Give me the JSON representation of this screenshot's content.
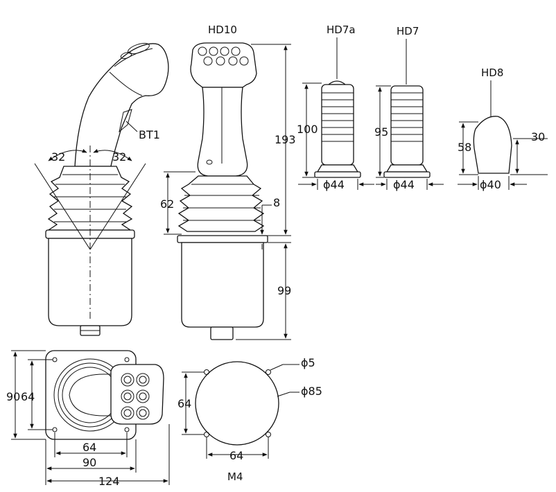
{
  "labels": {
    "hd10": "HD10",
    "hd7a": "HD7a",
    "hd7": "HD7",
    "hd8": "HD8",
    "bt1": "BT1",
    "m4": "M4"
  },
  "dimensions": {
    "angle_left": "32",
    "angle_right": "32",
    "hd10_height": "193",
    "hd10_boot": "62",
    "hd10_flange": "8",
    "hd10_body": "99",
    "hd7a_height": "100",
    "hd7a_dia": "ϕ44",
    "hd7_height": "95",
    "hd7_dia": "ϕ44",
    "hd8_height": "58",
    "hd8_top": "30",
    "hd8_dia": "ϕ40",
    "top_90": "90",
    "top_64_v": "64",
    "top_64_h": "64",
    "top_90_h": "90",
    "top_124": "124",
    "m4_64_v": "64",
    "m4_64_h": "64",
    "m4_hole": "ϕ5",
    "m4_circle": "ϕ85"
  }
}
